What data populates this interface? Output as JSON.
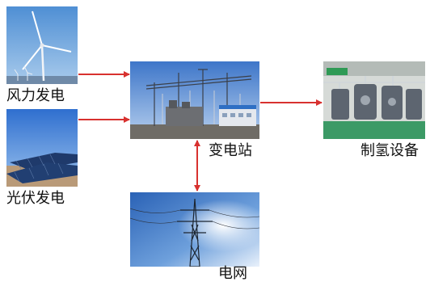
{
  "nodes": {
    "wind": {
      "label": "风力发电",
      "icon": "wind-turbine-photo"
    },
    "solar": {
      "label": "光伏发电",
      "icon": "solar-panel-photo"
    },
    "substation": {
      "label": "变电站",
      "icon": "substation-photo"
    },
    "hydrogen": {
      "label": "制氢设备",
      "icon": "hydrogen-plant-photo"
    },
    "grid": {
      "label": "电网",
      "icon": "power-pylon-photo"
    }
  },
  "colors": {
    "arrow": "#d8312f"
  }
}
